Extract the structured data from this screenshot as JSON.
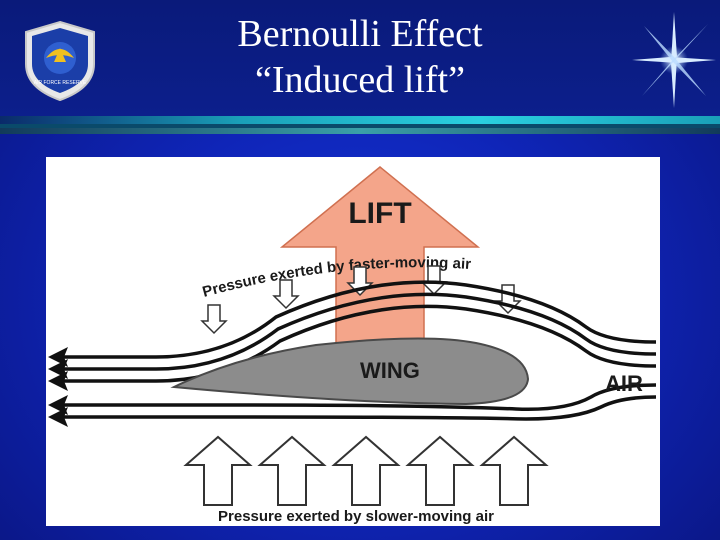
{
  "slide": {
    "title_line1": "Bernoulli Effect",
    "title_line2": "“Induced lift”",
    "logo_text": "AIR FORCE RESERVE"
  },
  "diagram": {
    "lift_label": "LIFT",
    "wing_label": "WING",
    "air_label": "AIR",
    "top_pressure_label": "Pressure exerted by faster-moving air",
    "bottom_pressure_label": "Pressure exerted by slower-moving air",
    "colors": {
      "lift_arrow": "#f4a58a",
      "wing": "#8c8c8c",
      "streamline": "#111111",
      "background": "#ffffff"
    }
  }
}
